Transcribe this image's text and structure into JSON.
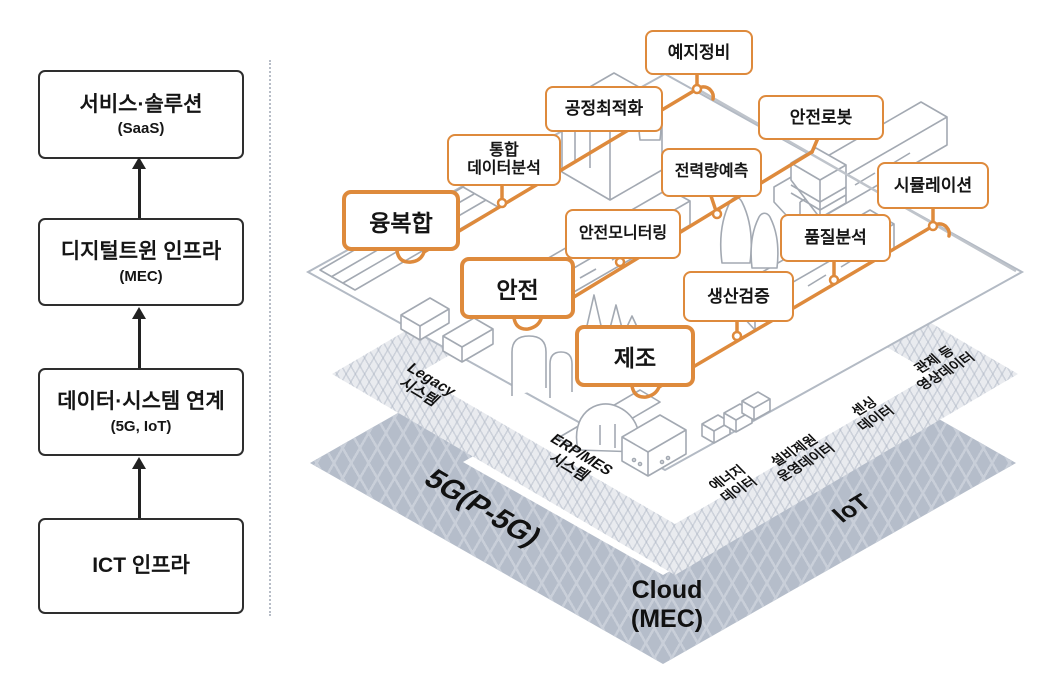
{
  "left_panel": {
    "boxes": [
      {
        "title": "서비스·솔루션",
        "subtitle": "(SaaS)"
      },
      {
        "title": "디지털트윈 인프라",
        "subtitle": "(MEC)"
      },
      {
        "title": "데이터·시스템 연계",
        "subtitle": "(5G, IoT)"
      },
      {
        "title": "ICT 인프라",
        "subtitle": ""
      }
    ]
  },
  "diagram": {
    "categories": [
      {
        "label": "융복합"
      },
      {
        "label": "안전"
      },
      {
        "label": "제조"
      }
    ],
    "solutions": [
      {
        "label": "예지정비"
      },
      {
        "label": "공정최적화"
      },
      {
        "label": "안전로봇"
      },
      {
        "label": "통합\n데이터분석"
      },
      {
        "label": "전력량예측"
      },
      {
        "label": "시뮬레이션"
      },
      {
        "label": "안전모니터링"
      },
      {
        "label": "품질분석"
      },
      {
        "label": "생산검증"
      }
    ],
    "layers": {
      "legacy": "Legacy\n시스템",
      "erp_mes": "ERP/MES\n시스템",
      "five_g": "5G(P-5G)",
      "iot": "IoT",
      "cloud": "Cloud\n(MEC)"
    },
    "data_sources": [
      {
        "label": "에너지\n데이터"
      },
      {
        "label": "설비제원\n운영데이터"
      },
      {
        "label": "센싱\n데이터"
      },
      {
        "label": "관제 등\n영상데이터"
      }
    ],
    "colors": {
      "accent_orange": "#DE8A3C",
      "band_light": "#E9EBEF",
      "band_dark": "#B5BDCA",
      "line_gray": "#BFC4CB"
    }
  }
}
